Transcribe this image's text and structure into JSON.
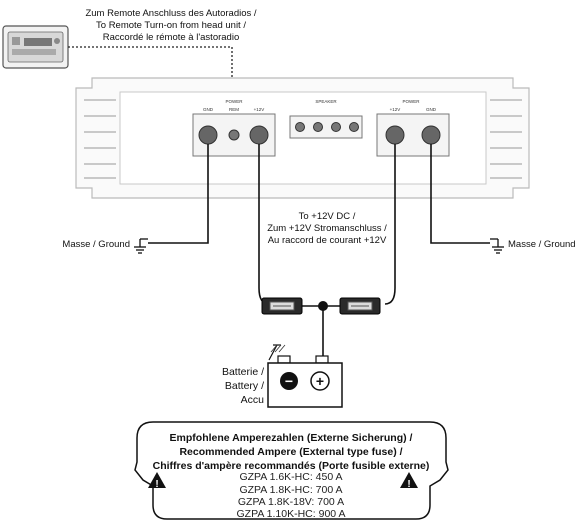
{
  "remote": {
    "line1": "Zum Remote Anschluss des Autoradios /",
    "line2": "To Remote Turn-on from head unit /",
    "line3": "Raccordé le rémote à l'astoradio"
  },
  "amp": {
    "left_terminal_title": "POWER",
    "left_terminals": [
      "GND",
      "REM",
      "+12V"
    ],
    "speaker_title": "SPEAKER",
    "right_terminal_title": "POWER",
    "right_terminals": [
      "+12V",
      "GND"
    ]
  },
  "ground_left": "Masse / Ground",
  "ground_right": "Masse / Ground",
  "dc": {
    "line1": "To +12V DC /",
    "line2": "Zum +12V Stromanschluss /",
    "line3": "Au raccord de courant +12V"
  },
  "battery": {
    "line1": "Batterie /",
    "line2": "Battery /",
    "line3": "Accu",
    "minus": "−",
    "plus": "+"
  },
  "fuse_box": {
    "heading1": "Empfohlene Amperezahlen (Externe Sicherung) /",
    "heading2": "Recommended Ampere (External type fuse) /",
    "heading3": "Chiffres d'ampère recommandés (Porte fusible externe)",
    "rows": [
      "GZPA 1.6K-HC: 450 A",
      "GZPA 1.8K-HC: 700 A",
      "GZPA 1.8K-18V: 700 A",
      "GZPA 1.10K-HC: 900 A"
    ],
    "warning_symbol": "!"
  }
}
